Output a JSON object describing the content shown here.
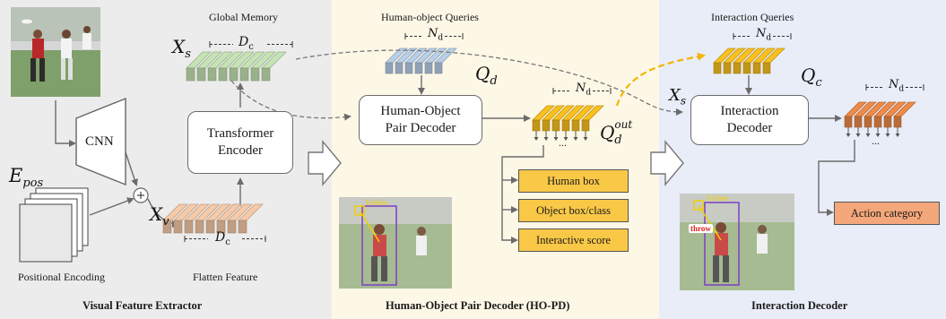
{
  "sections": {
    "extractor": "Visual Feature Extractor",
    "hopd": "Human-Object Pair Decoder (HO-PD)",
    "interaction": "Interaction Decoder"
  },
  "labels": {
    "global_memory": "Global Memory",
    "ho_queries": "Human-object Queries",
    "interaction_queries": "Interaction Queries",
    "positional_encoding": "Positional Encoding",
    "flatten_feature": "Flatten Feature"
  },
  "blocks": {
    "cnn": "CNN",
    "transformer_encoder_1": "Transformer",
    "transformer_encoder_2": "Encoder",
    "ho_pair_decoder_1": "Human-Object",
    "ho_pair_decoder_2": "Pair Decoder",
    "interaction_decoder_1": "Interaction",
    "interaction_decoder_2": "Decoder"
  },
  "outputs": {
    "human_box": "Human box",
    "object_box": "Object box/class",
    "interactive_score": "Interactive score",
    "action_category": "Action category"
  },
  "symbols": {
    "xs": "X",
    "xs_sub": "s",
    "xv": "X",
    "xv_sub": "v",
    "epos": "E",
    "epos_sub": "pos",
    "qd": "Q",
    "qd_sub": "d",
    "qdout": "Q",
    "qdout_sub": "d",
    "qdout_sup": "out",
    "qc": "Q",
    "qc_sub": "c",
    "xs2": "X",
    "xs2_sub": "s",
    "dc": "D",
    "dc_sub": "c",
    "nd": "N",
    "nd_sub": "d",
    "ellipsis": "..."
  },
  "photo_tags": {
    "frisbee": "frisbee",
    "throw": "throw"
  },
  "colors": {
    "memory": "#c5e3b4",
    "flatten": "#f6c9a8",
    "queries": "#b7cfe9",
    "ho_out": "#f9c01e",
    "interaction_q": "#f9c01e",
    "interaction_out": "#ef8a48",
    "output_box": "#f9c847",
    "action_box": "#f4a77a",
    "arrow_orange": "#f5b400"
  }
}
